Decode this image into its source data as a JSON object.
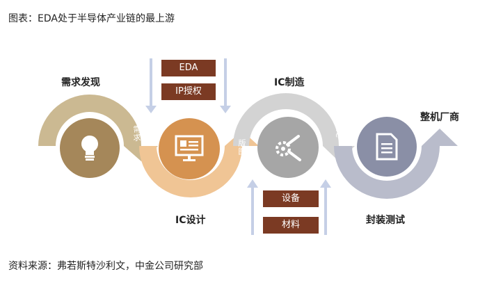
{
  "title": "图表：EDA处于半导体产业链的最上游",
  "source": "资料来源：弗若斯特沙利文，中金公司研究部",
  "stages": {
    "demand": "需求发现",
    "ic_design": "IC设计",
    "ic_manufacturing": "IC制造",
    "packaging_testing": "封装测试",
    "oem": "整机厂商"
  },
  "inputs_top": [
    "EDA",
    "IP授权"
  ],
  "inputs_bottom": [
    "设备",
    "材料"
  ],
  "flow_labels": {
    "demand": "需求",
    "layout": "版图",
    "ic": "IC"
  },
  "icons": {
    "demand": "lightbulb-icon",
    "ic_design": "presentation-board-icon",
    "ic_manufacturing": "tools-gear-wrench-icon",
    "packaging_testing": "document-icon"
  },
  "colors": {
    "tan": "#cbb992",
    "demand_circle": "#a5875a",
    "orange": "#f0c595",
    "design_circle": "#d59250",
    "lightgray": "#d3d3d3",
    "mfg_circle": "#a6a6a6",
    "blue_gray": "#b9bccb",
    "pkg_circle": "#8a8fa6",
    "tag": "#7b3a23",
    "down_arrow": "#c5cfe6"
  }
}
